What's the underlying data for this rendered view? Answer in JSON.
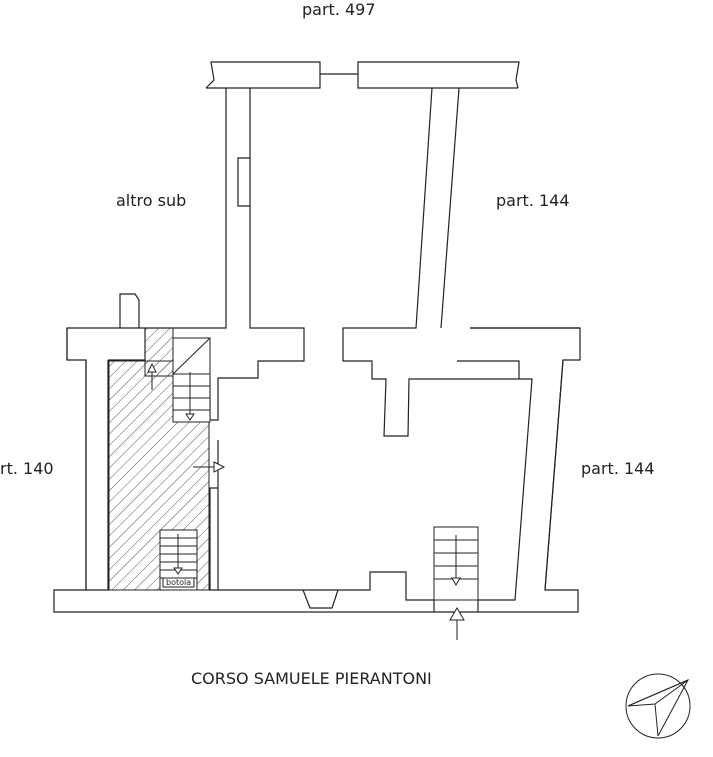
{
  "labels": {
    "north": "part. 497",
    "west_upper": "altro sub",
    "east_upper": "part. 144",
    "west_lower": "rt. 140",
    "east_lower": "part. 144",
    "street": "CORSO SAMUELE PIERANTONI",
    "hatch": "botola"
  },
  "icons": {
    "compass": "north-arrow-icon",
    "entrance": "entrance-arrow-icon"
  },
  "colors": {
    "line": "#222222",
    "hatch": "#555555",
    "background": "#ffffff"
  }
}
